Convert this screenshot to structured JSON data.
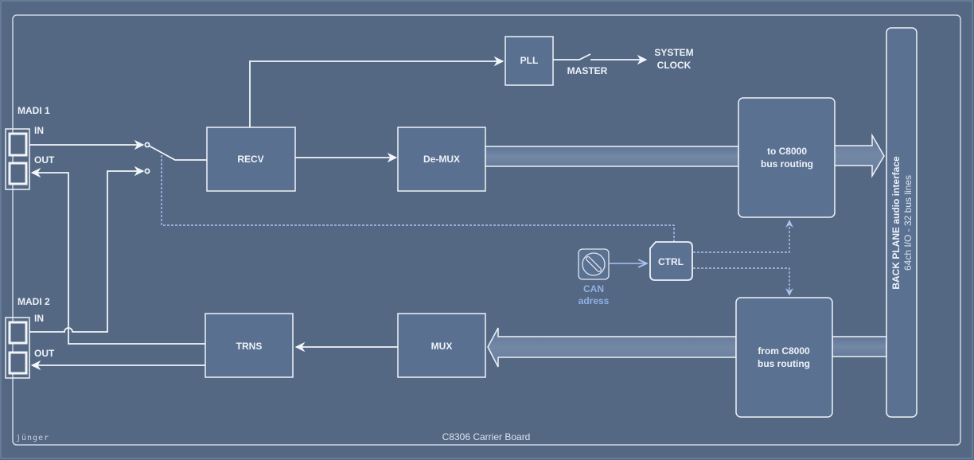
{
  "diagram": {
    "board_title": "C8306 Carrier Board",
    "brand": "jünger",
    "colors": {
      "background": "#546883",
      "block_fill": "#5a7091",
      "line": "#f2f5fa",
      "control_dashed": "#a9c4ef",
      "can_label": "#8fb0e6"
    },
    "ports": {
      "madi1": {
        "title": "MADI 1",
        "in": "IN",
        "out": "OUT"
      },
      "madi2": {
        "title": "MADI 2",
        "in": "IN",
        "out": "OUT"
      }
    },
    "blocks": {
      "recv": "RECV",
      "demux": "De-MUX",
      "pll": "PLL",
      "trns": "TRNS",
      "mux": "MUX",
      "ctrl": "CTRL",
      "to_c8000": [
        "to C8000",
        "bus routing"
      ],
      "from_c8000": [
        "from C8000",
        "bus routing"
      ]
    },
    "clock": {
      "switch_label": "MASTER",
      "output": [
        "SYSTEM",
        "CLOCK"
      ]
    },
    "can": {
      "icon": "rotary-switch-icon",
      "label": [
        "CAN",
        "adress"
      ]
    },
    "backplane": {
      "title": "BACK PLANE audio interface",
      "subtitle": "64ch I/O - 32 bus lines"
    },
    "connections": [
      {
        "from": "MADI 1 IN",
        "to": "input selector"
      },
      {
        "from": "MADI 2 IN",
        "to": "input selector"
      },
      {
        "from": "input selector",
        "to": "RECV"
      },
      {
        "from": "RECV",
        "to": "De-MUX"
      },
      {
        "from": "RECV",
        "to": "PLL"
      },
      {
        "from": "PLL",
        "to": "SYSTEM CLOCK",
        "via": "MASTER"
      },
      {
        "from": "De-MUX",
        "to": "to C8000 bus routing"
      },
      {
        "from": "to C8000 bus routing",
        "to": "BACK PLANE"
      },
      {
        "from": "BACK PLANE",
        "to": "from C8000 bus routing"
      },
      {
        "from": "from C8000 bus routing",
        "to": "MUX"
      },
      {
        "from": "MUX",
        "to": "TRNS"
      },
      {
        "from": "TRNS",
        "to": "MADI 1 OUT"
      },
      {
        "from": "TRNS",
        "to": "MADI 2 OUT"
      },
      {
        "from": "CAN adress",
        "to": "CTRL"
      },
      {
        "from": "CTRL",
        "to": "input selector",
        "style": "dashed"
      },
      {
        "from": "CTRL",
        "to": "to C8000 bus routing",
        "style": "dashed"
      },
      {
        "from": "CTRL",
        "to": "from C8000 bus routing",
        "style": "dashed"
      }
    ]
  }
}
